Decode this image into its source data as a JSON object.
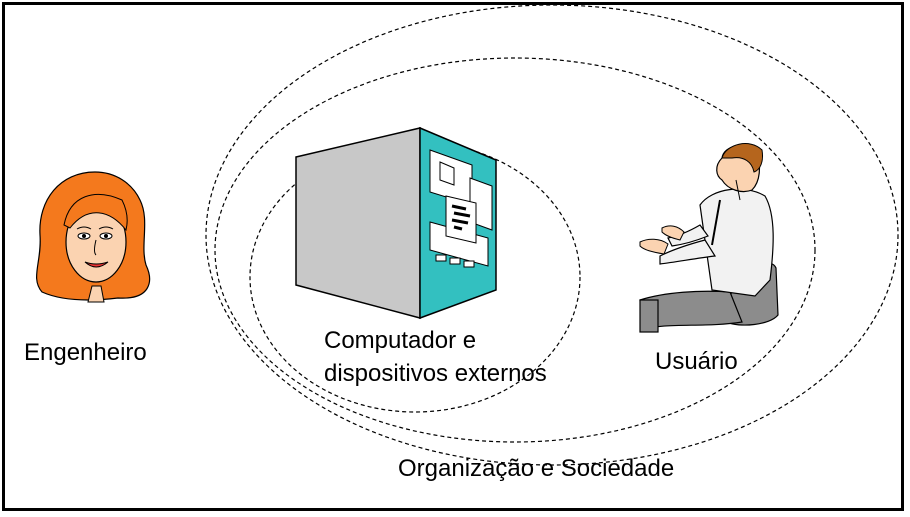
{
  "labels": {
    "engineer": "Engenheiro",
    "computer_line1": "Computador e",
    "computer_line2": "dispositivos externos",
    "user": "Usuário",
    "organization": "Organização e Sociedade"
  },
  "icons": {
    "engineer": "engineer-woman-face-icon",
    "computer": "computer-cabinet-icon",
    "user": "seated-user-typing-icon"
  },
  "colors": {
    "hair": "#f4791d",
    "skin": "#fbd3b1",
    "panel": "#33c0c0",
    "cabinet": "#c8c8c8",
    "shirt": "#f2f2f2",
    "pants": "#8c8c8c"
  }
}
